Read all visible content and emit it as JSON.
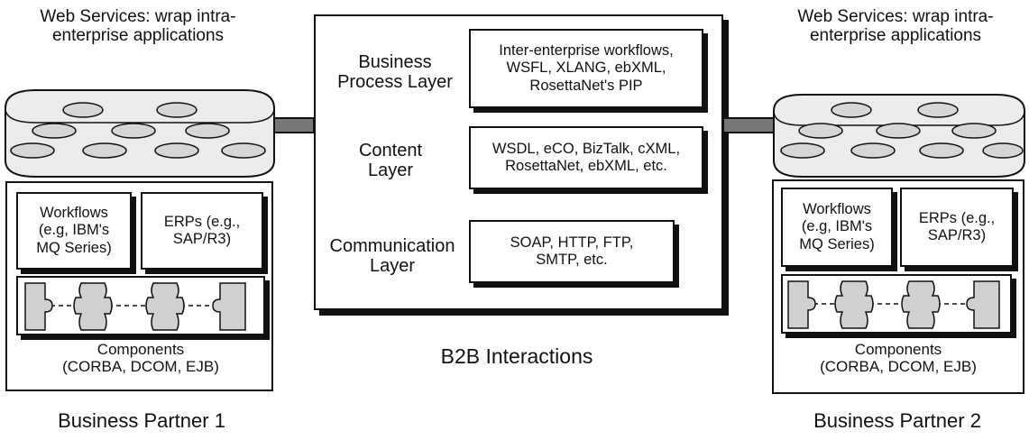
{
  "left_partner": {
    "header": "Web Services: wrap intra-\nenterprise applications",
    "workflows": "Workflows\n(e.g, IBM's\nMQ Series)",
    "erps": "ERPs (e.g.,\nSAP/R3)",
    "components": "Components\n(CORBA, DCOM, EJB)",
    "footer": "Business Partner 1"
  },
  "right_partner": {
    "header": "Web Services: wrap intra-\nenterprise applications",
    "workflows": "Workflows\n(e.g, IBM's\nMQ Series)",
    "erps": "ERPs (e.g.,\nSAP/R3)",
    "components": "Components\n(CORBA, DCOM, EJB)",
    "footer": "Business Partner 2"
  },
  "center": {
    "layers": [
      {
        "label": "Business\nProcess Layer",
        "content": "Inter-enterprise workflows,\nWSFL, XLANG, ebXML,\nRosettaNet's PIP"
      },
      {
        "label": "Content\nLayer",
        "content": "WSDL, eCO, BizTalk, cXML,\nRosettaNet, ebXML, etc."
      },
      {
        "label": "Communication\nLayer",
        "content": "SOAP, HTTP, FTP,\nSMTP, etc."
      }
    ],
    "caption": "B2B Interactions"
  }
}
